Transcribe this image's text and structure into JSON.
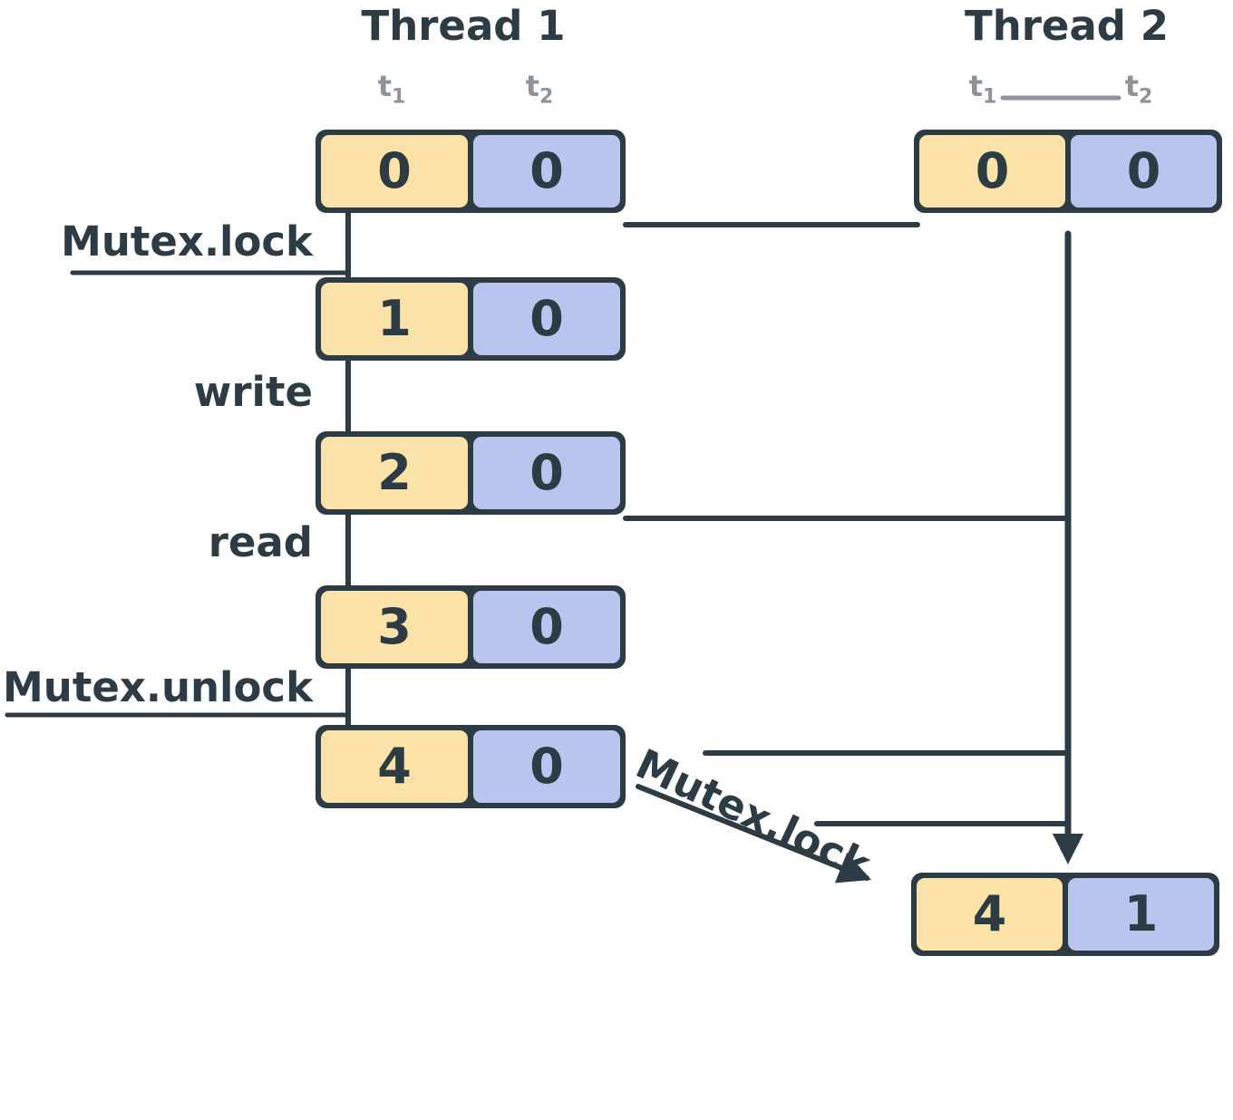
{
  "thread1": {
    "title": "Thread 1",
    "clock_headers": [
      {
        "base": "t",
        "sub": "1"
      },
      {
        "base": "t",
        "sub": "2"
      }
    ],
    "states": [
      {
        "t1": "0",
        "t2": "0"
      },
      {
        "t1": "1",
        "t2": "0"
      },
      {
        "t1": "2",
        "t2": "0"
      },
      {
        "t1": "3",
        "t2": "0"
      },
      {
        "t1": "4",
        "t2": "0"
      }
    ],
    "operations": [
      {
        "label": "Mutex.lock"
      },
      {
        "label": "write"
      },
      {
        "label": "read"
      },
      {
        "label": "Mutex.unlock"
      }
    ]
  },
  "thread2": {
    "title": "Thread 2",
    "clock_headers": [
      {
        "base": "t",
        "sub": "1"
      },
      {
        "base": "t",
        "sub": "2"
      }
    ],
    "states": [
      {
        "t1": "0",
        "t2": "0"
      },
      {
        "t1": "4",
        "t2": "1"
      }
    ],
    "operations": [
      {
        "label": "Mutex.lock"
      }
    ]
  },
  "colors": {
    "stroke": "#2d3c44",
    "cell_orange": "#fbe2a8",
    "cell_blue": "#b9c5ee",
    "muted_gray": "#8e9399",
    "background": "#ffffff"
  }
}
